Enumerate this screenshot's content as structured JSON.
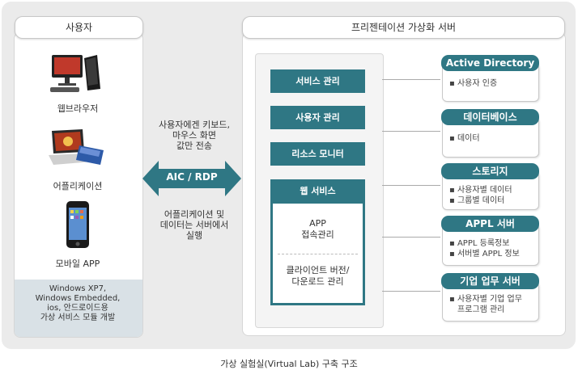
{
  "user_panel": {
    "title": "사용자",
    "devices": [
      {
        "label": "웹브라우저",
        "icon": "desktop-icon"
      },
      {
        "label": "어플리케이션",
        "icon": "laptop-icon"
      },
      {
        "label": "모바일 APP",
        "icon": "smartphone-icon"
      }
    ],
    "footer_lines": [
      "Windows XP7,",
      "Windows Embedded,",
      "ios, 안드로이드용",
      "가상 서비스 모듈 개발"
    ]
  },
  "middle": {
    "top_note": [
      "사용자에겐 키보드,",
      "마우스 화면",
      "값만 전송"
    ],
    "arrow_label": "AIC / RDP",
    "bottom_note": [
      "어플리케이션 및",
      "데이터는 서버에서",
      "실행"
    ]
  },
  "server_panel": {
    "title": "프리젠테이션 가상화 서버",
    "buttons": [
      "서비스 관리",
      "사용자 관리",
      "리소스 모니터"
    ],
    "web_service": {
      "title": "웹 서비스",
      "items": [
        [
          "APP",
          "접속관리"
        ],
        [
          "클라이언트 버전/",
          "다운로드 관리"
        ]
      ]
    },
    "modules": [
      {
        "title": "Active Directory",
        "items": [
          "사용자 인증"
        ]
      },
      {
        "title": "데이터베이스",
        "items": [
          "데이터"
        ]
      },
      {
        "title": "스토리지",
        "items": [
          "사용자별 데이터",
          "그룹별 데이터"
        ]
      },
      {
        "title": "APPL 서버",
        "items": [
          "APPL 등록정보",
          "서버별 APPL 정보"
        ]
      },
      {
        "title": "기업 업무 서버",
        "items": [
          "사용자별 기업 업무",
          "프로그램 관리"
        ]
      }
    ]
  },
  "caption": "가상 실험실(Virtual Lab) 구축 구조",
  "colors": {
    "accent": "#2f7784",
    "panel_bg": "#ebebeb",
    "footer_bg": "#d9e1e6"
  }
}
